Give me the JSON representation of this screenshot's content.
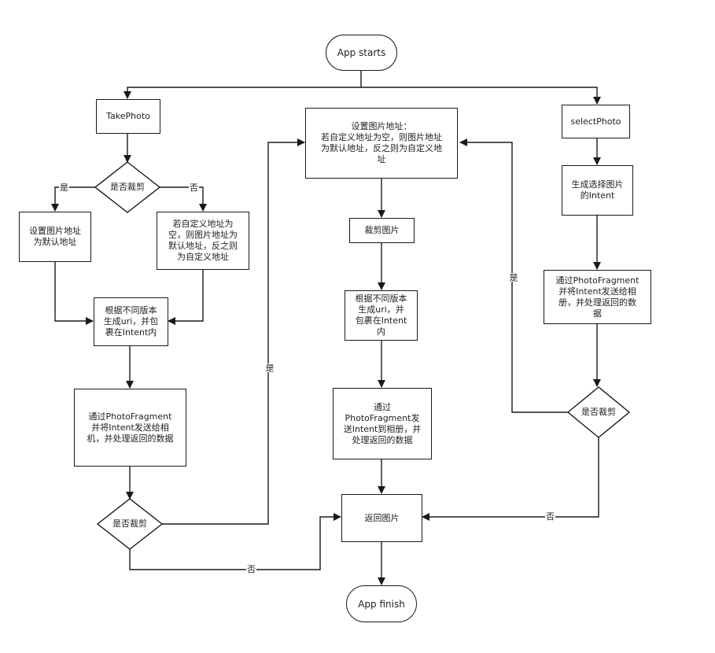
{
  "nodes": {
    "app_starts": "App starts",
    "take_photo": "TakePhoto",
    "select_photo": "selectPhoto",
    "set_path_center": "设置图片地址：\n若自定义地址为空，则图片地址\n为默认地址，反之则为自定义地\n址",
    "crop_decision_left": "是否裁剪",
    "set_default_path": "设置图片地址\n为默认地址",
    "custom_path_left": "若自定义地址为\n空，则图片地址为\n默认地址，反之则\n为自定义地址",
    "gen_uri_left": "根据不同版本\n生成uri，并包\n裹在Intent内",
    "send_camera": "通过PhotoFragment\n并将Intent发送给相\n机，并处理返回的数据",
    "crop_decision_bottom": "是否裁剪",
    "crop_image": "裁剪图片",
    "gen_uri_center": "根据不同版本\n生成uri，并\n包裹在Intent\n内",
    "send_album_center": "通过\nPhotoFragment发\n送Intent到相册，并\n处理返回的数据",
    "return_image": "返回图片",
    "app_finish": "App finish",
    "gen_select_intent": "生成选择图片\n的Intent",
    "send_album_right": "通过PhotoFragment\n并将Intent发送给相\n册，并处理返回的数\n据",
    "crop_decision_right": "是否裁剪"
  },
  "edge_labels": {
    "yes_left": "是",
    "no_left": "否",
    "yes_bottom": "是",
    "no_bottom": "否",
    "yes_right": "是",
    "no_right": "否"
  },
  "colors": {
    "stroke": "#1a1a1a",
    "fill": "#ffffff",
    "text": "#222222"
  }
}
